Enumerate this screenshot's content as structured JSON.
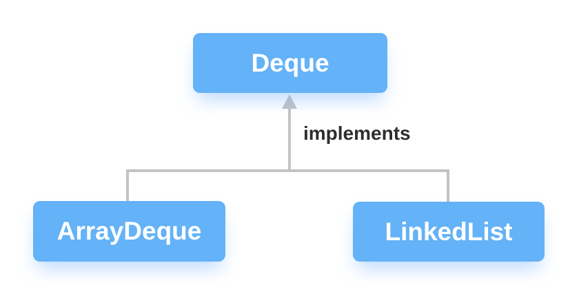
{
  "diagram": {
    "type": "class-hierarchy",
    "edge_label": "implements",
    "nodes": [
      {
        "id": "deque",
        "label": "Deque"
      },
      {
        "id": "arraydeque",
        "label": "ArrayDeque"
      },
      {
        "id": "linkedlist",
        "label": "LinkedList"
      }
    ],
    "edges": [
      {
        "from": "arraydeque",
        "to": "deque",
        "label": "implements"
      },
      {
        "from": "linkedlist",
        "to": "deque",
        "label": "implements"
      }
    ]
  },
  "colors": {
    "node_fill": "#64B2F7",
    "node_text": "#FFFFFF",
    "connector": "#C3C3C3",
    "edge_label_text": "#2D2D2D",
    "background": "#FFFFFF"
  }
}
